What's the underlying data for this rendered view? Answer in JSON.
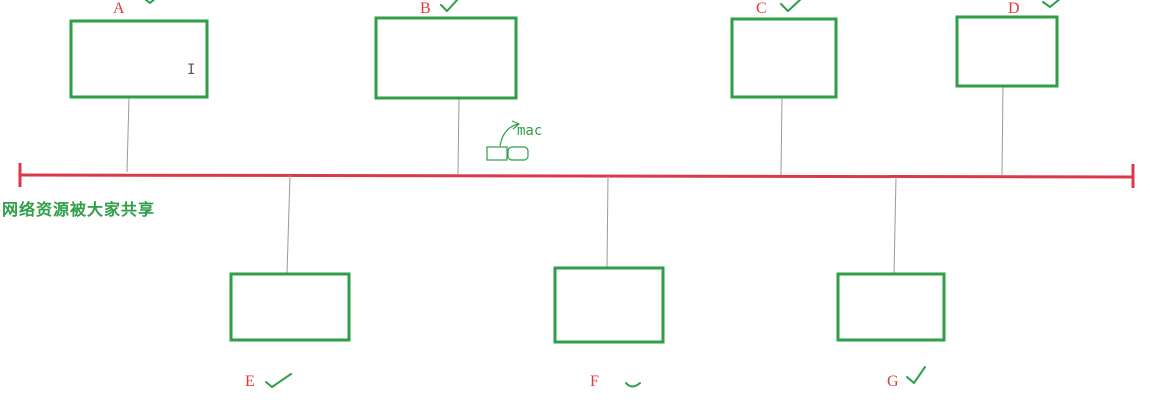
{
  "diagram": {
    "caption": "网络资源被大家共享",
    "mac_label": "mac",
    "cursor_glyph": "I",
    "colors": {
      "bus": "#d93a4a",
      "host_border": "#2e9e48",
      "drop_line": "#9a9a9a",
      "host_label": "#e23a3a",
      "checkmark": "#2e9e48",
      "caption": "#2e9e48"
    },
    "hosts": [
      {
        "id": "A",
        "label": "A",
        "row": "top",
        "checked": true
      },
      {
        "id": "B",
        "label": "B",
        "row": "top",
        "checked": true
      },
      {
        "id": "C",
        "label": "C",
        "row": "top",
        "checked": true
      },
      {
        "id": "D",
        "label": "D",
        "row": "top",
        "checked": true
      },
      {
        "id": "E",
        "label": "E",
        "row": "bottom",
        "checked": true
      },
      {
        "id": "F",
        "label": "F",
        "row": "bottom",
        "checked": true
      },
      {
        "id": "G",
        "label": "G",
        "row": "bottom",
        "checked": true
      }
    ]
  }
}
